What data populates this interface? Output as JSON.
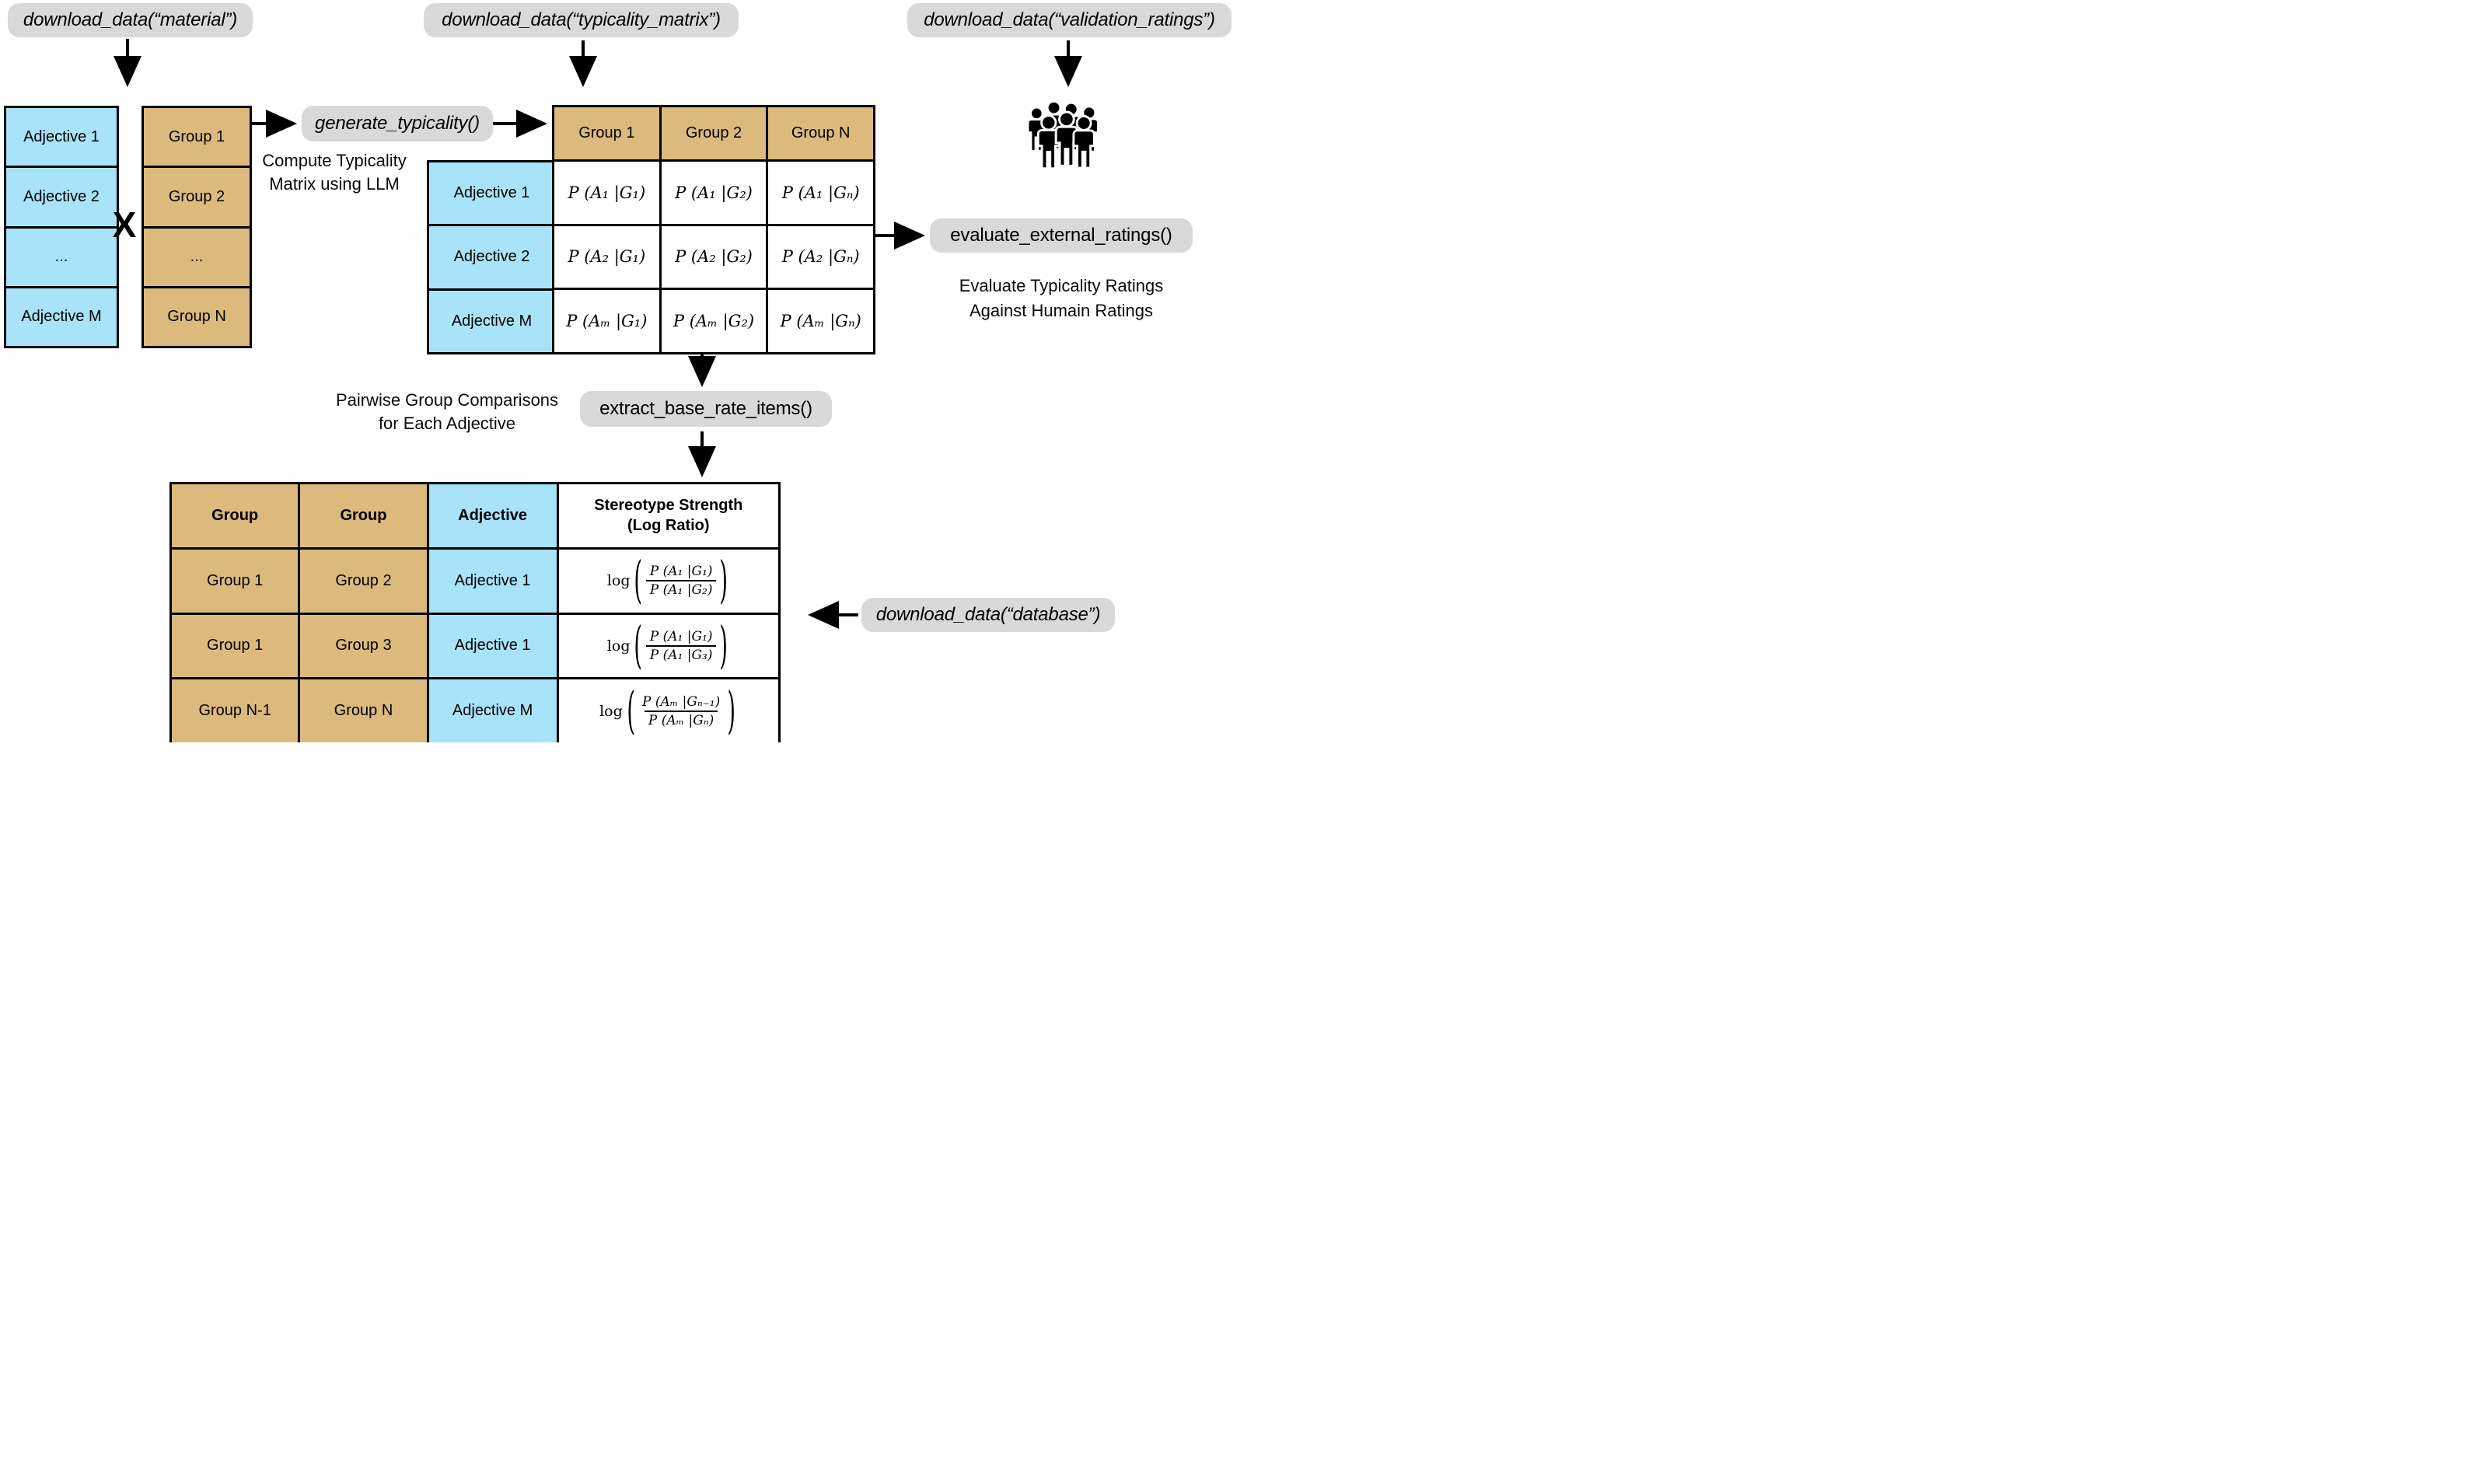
{
  "colors": {
    "blue": "#A9E3FA",
    "tan": "#DCB97D",
    "pill": "#D9D9D9",
    "border": "#000000",
    "arrow": "#000000"
  },
  "pills": {
    "material": "download_data(“material”)",
    "typicality_matrix": "download_data(“typicality_matrix”)",
    "validation_ratings": "download_data(“validation_ratings”)",
    "generate_typicality": "generate_typicality()",
    "evaluate_external_ratings": "evaluate_external_ratings()",
    "extract_base_rate_items": "extract_base_rate_items()",
    "database": "download_data(“database”)"
  },
  "captions": {
    "compute_line1": "Compute Typicality",
    "compute_line2": "Matrix using LLM",
    "pairwise_line1": "Pairwise Group Comparisons",
    "pairwise_line2": "for Each Adjective",
    "evaluate_line1": "Evaluate Typicality Ratings",
    "evaluate_line2": "Against Humain Ratings"
  },
  "cross_operator": "X",
  "adjective_list": {
    "items": [
      "Adjective 1",
      "Adjective 2",
      "...",
      "Adjective M"
    ]
  },
  "group_list": {
    "items": [
      "Group 1",
      "Group 2",
      "...",
      "Group N"
    ]
  },
  "typicality_matrix": {
    "col_headers": [
      "Group 1",
      "Group 2",
      "Group N"
    ],
    "row_labels": [
      "Adjective 1",
      "Adjective 2",
      "Adjective M"
    ],
    "cells": [
      [
        "P (A₁ |G₁)",
        "P (A₁ |G₂)",
        "P (A₁ |Gₙ)"
      ],
      [
        "P (A₂ |G₁)",
        "P (A₂ |G₂)",
        "P (A₂ |Gₙ)"
      ],
      [
        "P (Aₘ |G₁)",
        "P (Aₘ |G₂)",
        "P (Aₘ |Gₙ)"
      ]
    ]
  },
  "base_rate_table": {
    "log_label": "log",
    "headers": {
      "col1": "Group",
      "col2": "Group",
      "col3": "Adjective",
      "col4_line1": "Stereotype Strength",
      "col4_line2": "(Log Ratio)"
    },
    "rows": [
      {
        "group_a": "Group 1",
        "group_b": "Group 2",
        "adjective": "Adjective 1",
        "numerator": "P (A₁ |G₁)",
        "denominator": "P (A₁ |G₂)"
      },
      {
        "group_a": "Group 1",
        "group_b": "Group 3",
        "adjective": "Adjective 1",
        "numerator": "P (A₁ |G₁)",
        "denominator": "P (A₁ |G₃)"
      },
      {
        "group_a": "Group N-1",
        "group_b": "Group N",
        "adjective": "Adjective M",
        "numerator": "P (Aₘ |Gₙ₋₁)",
        "denominator": "P (Aₘ |Gₙ)"
      }
    ]
  },
  "icons": {
    "people_group": "people-group-icon"
  }
}
